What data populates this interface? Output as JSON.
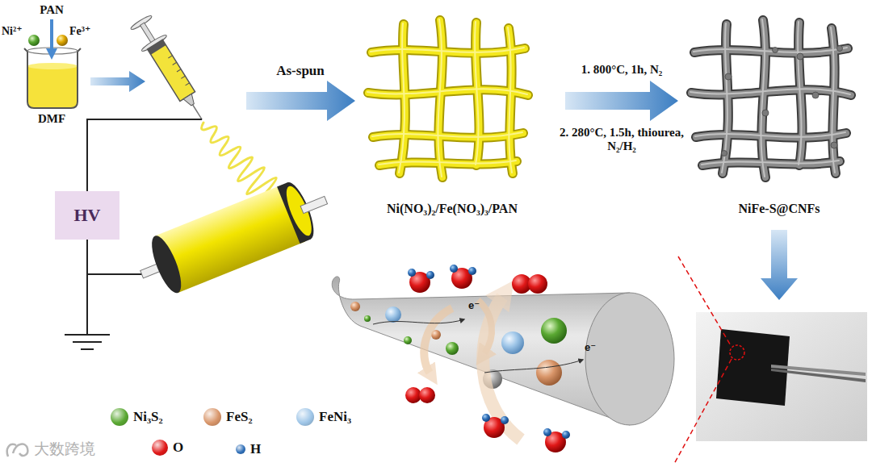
{
  "diagram": {
    "nodes": [
      {
        "text": [
          "HV"
        ]
      }
    ],
    "labels": [
      "PAN",
      "Ni²⁺",
      "Fe³⁺",
      "DMF",
      "As-spun",
      "Ni(NO₃)₂/Fe(NO₃)₃/PAN",
      "1. 800°C, 1h, N₂",
      "2. 280°C, 1.5h, thiourea, N₂/H₂",
      "NiFe-S@CNFs",
      "e⁻",
      "e⁻",
      "大数跨境"
    ],
    "legend": [
      {
        "text": "Ni₃S₂",
        "color": "#5aa832"
      },
      {
        "text": "FeS₂",
        "color": "#d9966a"
      },
      {
        "text": "FeNi₃",
        "color": "#9fc6e8"
      },
      {
        "text": "O",
        "color": "#e01818"
      },
      {
        "text": "H",
        "color": "#2f6fb8"
      }
    ]
  }
}
